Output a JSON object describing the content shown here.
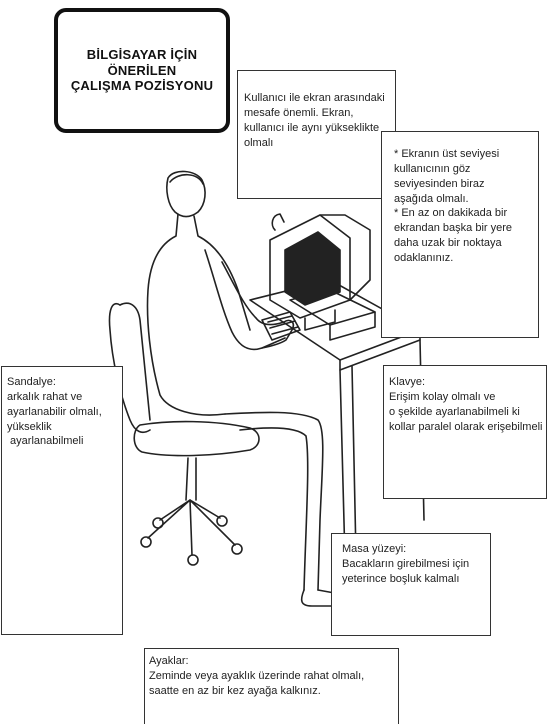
{
  "title": {
    "lines": [
      "BİLGİSAYAR İÇİN",
      "ÖNERİLEN",
      "ÇALIŞMA POZİSYONU"
    ]
  },
  "notes": {
    "distance": {
      "lines": [
        "Kullanıcı ile ekran arasındaki",
        "mesafe önemli. Ekran,",
        "kullanıcı ile aynı yükseklikte",
        "olmalı"
      ]
    },
    "eye_level": {
      "lines": [
        "* Ekranın üst seviyesi",
        "kullanıcının göz",
        "seviyesinden biraz",
        "aşağıda olmalı.",
        "* En az on dakikada bir",
        "ekrandan başka bir yere",
        "daha uzak bir noktaya",
        "odaklanınız."
      ]
    },
    "chair": {
      "lines": [
        "Sandalye:",
        "arkalık rahat ve",
        "ayarlanabilir  olmalı,",
        "yükseklik",
        " ayarlanabilmeli"
      ]
    },
    "keyboard": {
      "lines": [
        "Klavye:",
        "Erişim kolay olmalı ve",
        "o şekilde ayarlanabilmeli ki",
        "kollar paralel olarak erişebilmeli"
      ]
    },
    "desk": {
      "lines": [
        "Masa yüzeyi:",
        "Bacakların girebilmesi için",
        "yeterince boşluk kalmalı"
      ]
    },
    "feet": {
      "lines": [
        "Ayaklar:",
        "Zeminde veya ayaklık üzerinde rahat olmalı,",
        "saatte en az bir kez ayağa kalkınız."
      ]
    }
  }
}
